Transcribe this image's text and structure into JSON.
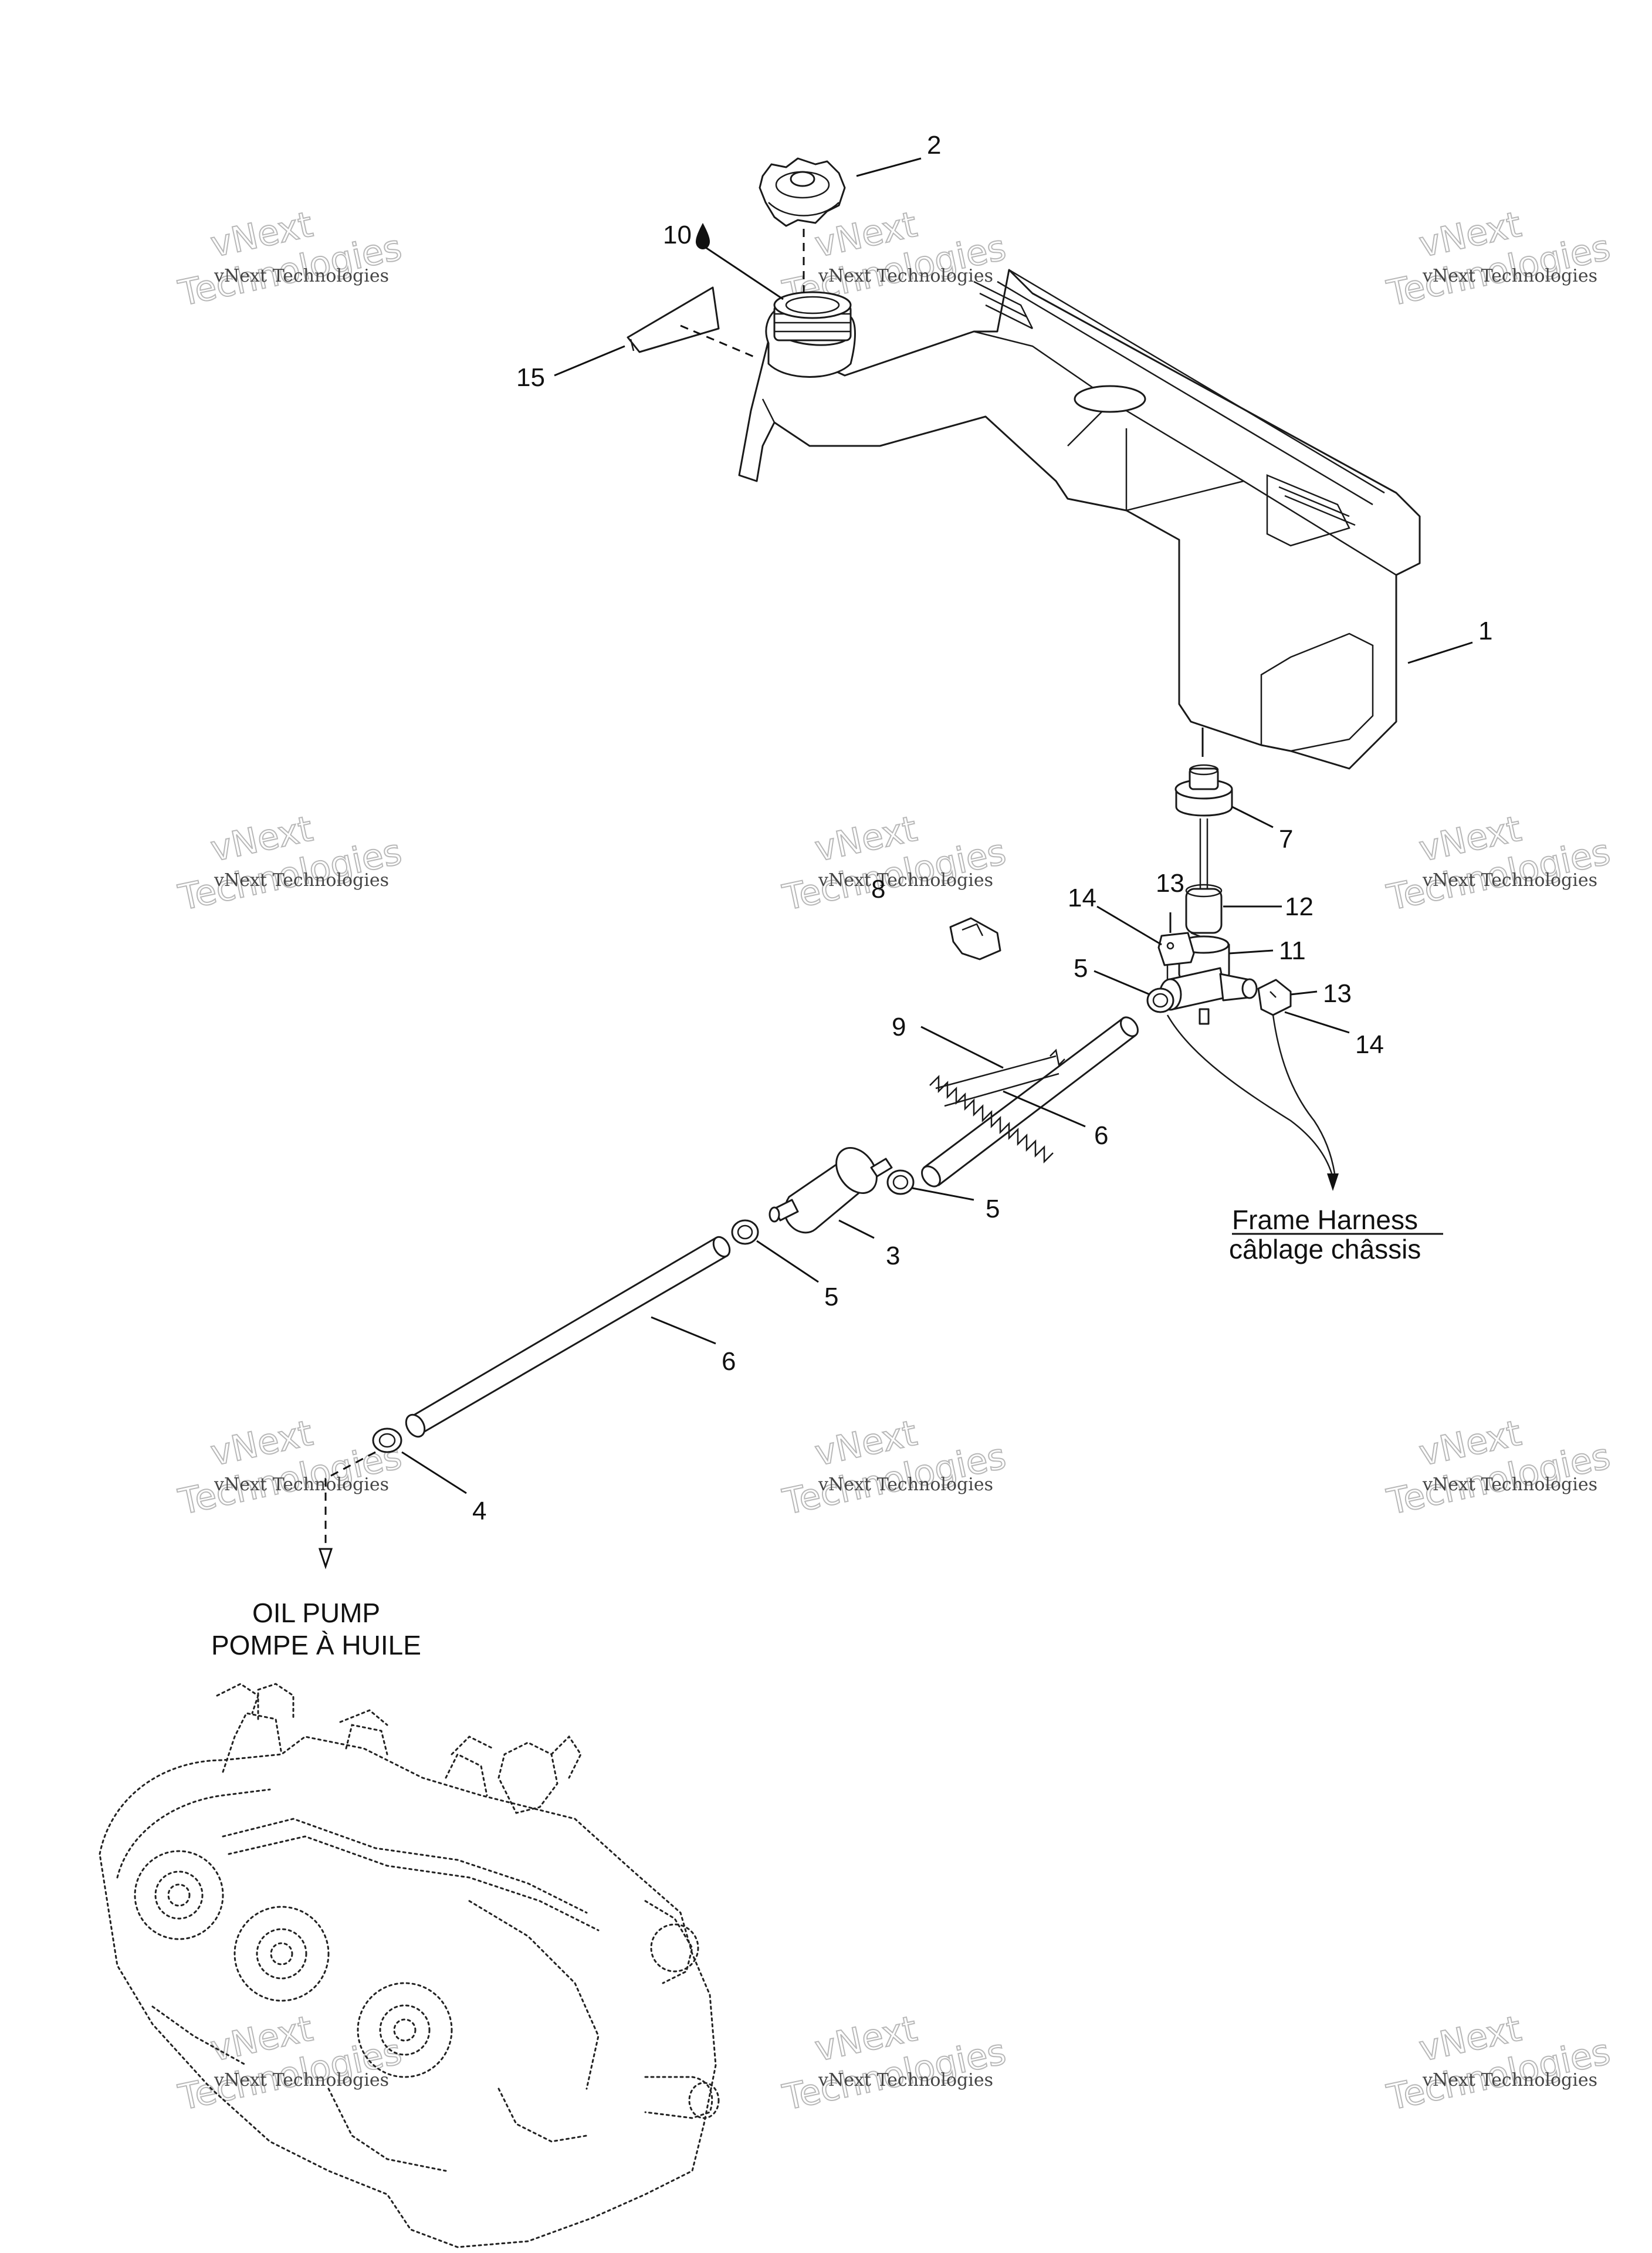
{
  "diagram": {
    "callouts": [
      "2",
      "10",
      "15",
      "1",
      "7",
      "8",
      "13",
      "14",
      "12",
      "11",
      "5",
      "13",
      "14",
      "9",
      "6",
      "5",
      "3",
      "5",
      "6",
      "4"
    ],
    "labels": {
      "frame_harness_en": "Frame Harness",
      "frame_harness_fr": "câblage châssis",
      "oil_pump_en": "OIL PUMP",
      "oil_pump_fr": "POMPE À HUILE"
    }
  },
  "watermark": {
    "line1": "vNext Technologies",
    "line2": "vNext",
    "line3": "Technologies"
  }
}
